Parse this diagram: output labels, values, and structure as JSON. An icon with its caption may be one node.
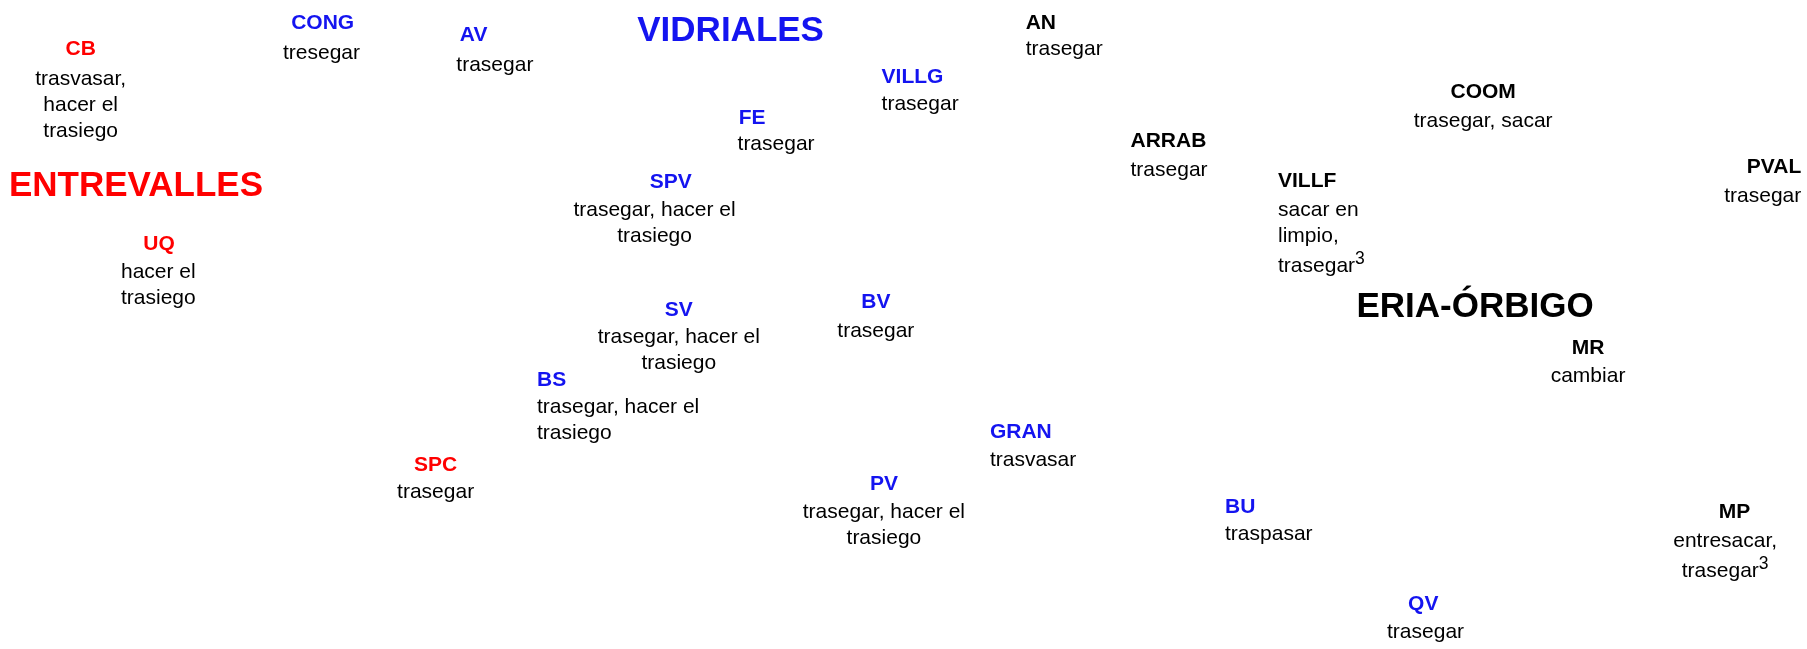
{
  "diagram": {
    "labels": [
      "CB",
      "trasvasar, hacer el trasiego",
      "CONG",
      "tresegar",
      "AV",
      "trasegar",
      "VIDRIALES",
      "AN",
      "trasegar",
      "VILLG",
      "trasegar",
      "FE",
      "trasegar",
      "COOM",
      "trasegar, sacar",
      "ARRAB",
      "trasegar",
      "ENTREVALLES",
      "SPV",
      "trasegar, hacer el trasiego",
      "PVAL",
      "trasegar",
      "VILLF",
      "sacar en limpio, trasegar$^{3}$",
      "UQ",
      "hacer el trasiego",
      "BV",
      "trasegar",
      "SV",
      "trasegar, hacer el trasiego",
      "ERIA-ÓRBIGO",
      "MR",
      "cambiar",
      "BS",
      "trasegar, hacer el trasiego",
      "GRAN",
      "trasvasar",
      "SPC",
      "trasegar",
      "PV",
      "trasegar, hacer el trasiego",
      "BU",
      "traspasar",
      "MP",
      "entresacar, trasegar$^{3}$",
      "QV",
      "trasegar"
    ]
  }
}
